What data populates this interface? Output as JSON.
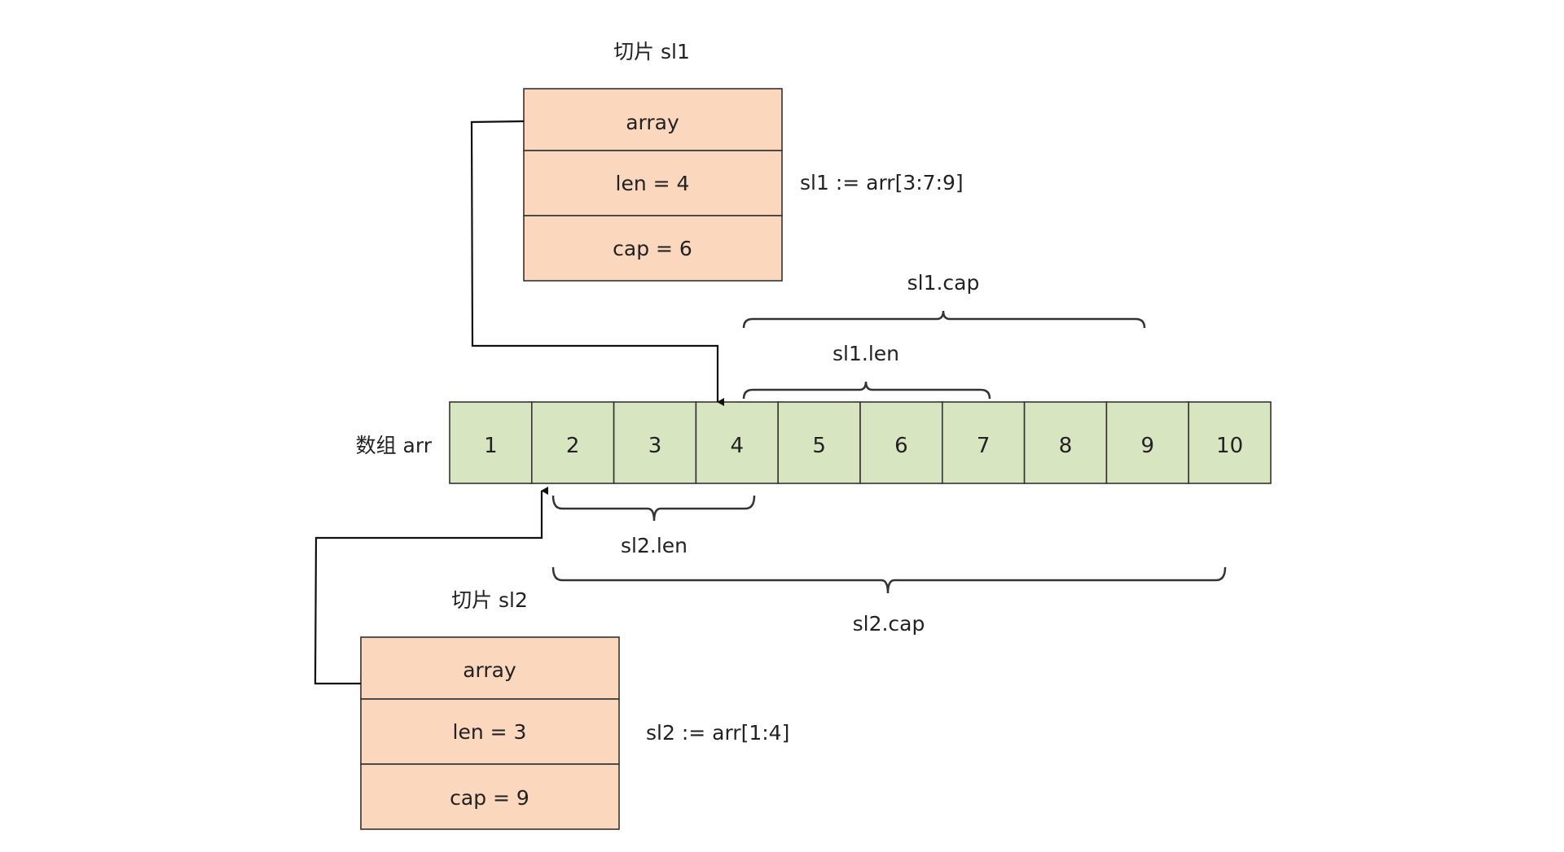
{
  "slice1": {
    "title": "切片 sl1",
    "fields": [
      "array",
      "len = 4",
      "cap = 6"
    ],
    "expr": "sl1 := arr[3:7:9]",
    "len_label": "sl1.len",
    "cap_label": "sl1.cap",
    "start_index": 3,
    "len": 4,
    "cap": 6
  },
  "slice2": {
    "title": "切片 sl2",
    "fields": [
      "array",
      "len = 3",
      "cap = 9"
    ],
    "expr": "sl2 := arr[1:4]",
    "len_label": "sl2.len",
    "cap_label": "sl2.cap",
    "start_index": 1,
    "len": 3,
    "cap": 9
  },
  "array": {
    "label": "数组 arr",
    "values": [
      "1",
      "2",
      "3",
      "4",
      "5",
      "6",
      "7",
      "8",
      "9",
      "10"
    ]
  },
  "colors": {
    "slice_fill": "#fad7bd",
    "array_fill": "#d7e5c1",
    "stroke": "#333333"
  }
}
